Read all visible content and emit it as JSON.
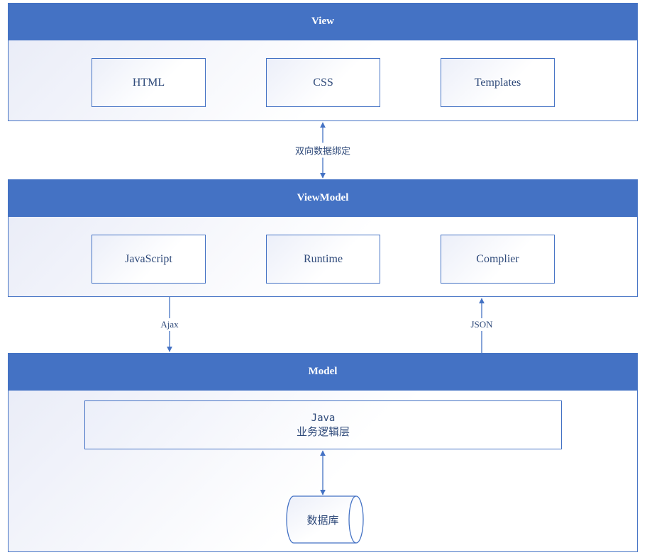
{
  "view": {
    "title": "View",
    "items": [
      "HTML",
      "CSS",
      "Templates"
    ]
  },
  "viewmodel": {
    "title": "ViewModel",
    "items": [
      "JavaScript",
      "Runtime",
      "Complier"
    ]
  },
  "model": {
    "title": "Model",
    "logic_line1": "Java",
    "logic_line2": "业务逻辑层",
    "database": "数据库"
  },
  "edges": {
    "binding": "双向数据绑定",
    "ajax": "Ajax",
    "json": "JSON"
  },
  "colors": {
    "accent": "#4472c4",
    "text": "#2f4a7a"
  }
}
